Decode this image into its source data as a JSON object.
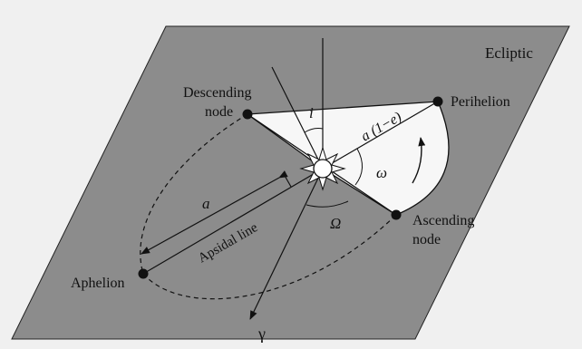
{
  "labels": {
    "plane": "Ecliptic",
    "descending_line1": "Descending",
    "descending_line2": "node",
    "perihelion": "Perihelion",
    "inclination": "i",
    "periapsis_distance": "a (1−e)",
    "arg_periapsis": "ω",
    "semi_major_axis": "a",
    "apsidal_line": "Apsidal line",
    "long_asc_node": "Ω",
    "ascending_line1": "Ascending",
    "ascending_line2": "node",
    "aphelion": "Aphelion",
    "vernal_equinox": "γ"
  },
  "colors": {
    "page_background": "#f0f0f0",
    "ecliptic_plane": "#8c8c8c",
    "orbit_fill": "#f7f7f7",
    "lines": "#111111"
  }
}
